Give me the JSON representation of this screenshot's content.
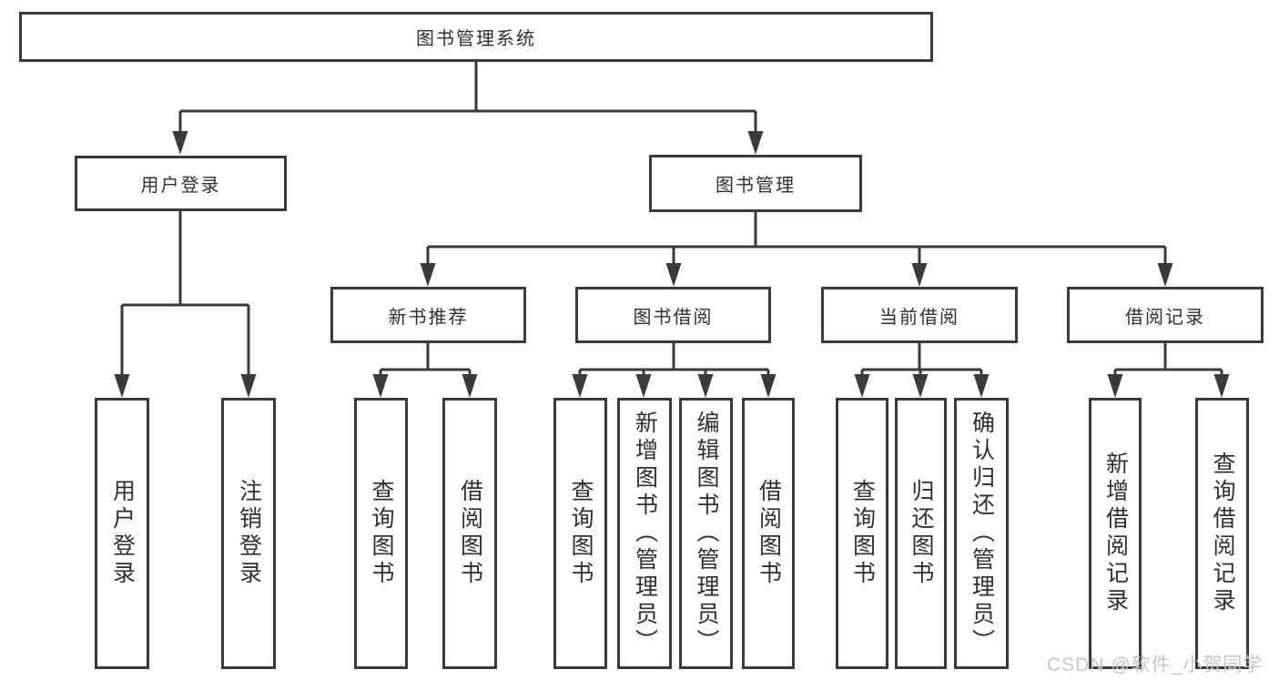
{
  "diagram": {
    "type": "hierarchy-tree",
    "nodes": {
      "root": {
        "label": "图书管理系统"
      },
      "level2": [
        {
          "label": "用户登录",
          "parent": "图书管理系统"
        },
        {
          "label": "图书管理",
          "parent": "图书管理系统"
        }
      ],
      "level3": [
        {
          "label": "新书推荐",
          "parent": "图书管理"
        },
        {
          "label": "图书借阅",
          "parent": "图书管理"
        },
        {
          "label": "当前借阅",
          "parent": "图书管理"
        },
        {
          "label": "借阅记录",
          "parent": "图书管理"
        }
      ],
      "leaves": [
        {
          "label": "用户登录",
          "parent": "用户登录"
        },
        {
          "label": "注销登录",
          "parent": "用户登录"
        },
        {
          "label": "查询图书",
          "parent": "新书推荐"
        },
        {
          "label": "借阅图书",
          "parent": "新书推荐"
        },
        {
          "label": "查询图书",
          "parent": "图书借阅"
        },
        {
          "label": "新增图书（管理员）",
          "parent": "图书借阅"
        },
        {
          "label": "编辑图书（管理员）",
          "parent": "图书借阅"
        },
        {
          "label": "借阅图书",
          "parent": "图书借阅"
        },
        {
          "label": "查询图书",
          "parent": "当前借阅"
        },
        {
          "label": "归还图书",
          "parent": "当前借阅"
        },
        {
          "label": "确认归还（管理员）",
          "parent": "当前借阅"
        },
        {
          "label": "新增借阅记录",
          "parent": "借阅记录"
        },
        {
          "label": "查询借阅记录",
          "parent": "借阅记录"
        }
      ]
    },
    "colors": {
      "box_border": "#3a3a3a",
      "connector_line": "#3a3a3a",
      "text": "#2f2f2f",
      "background": "#ffffff",
      "watermark": "#c6c6c6"
    }
  },
  "watermark": {
    "text": "CSDN @软件_小贺同学"
  }
}
